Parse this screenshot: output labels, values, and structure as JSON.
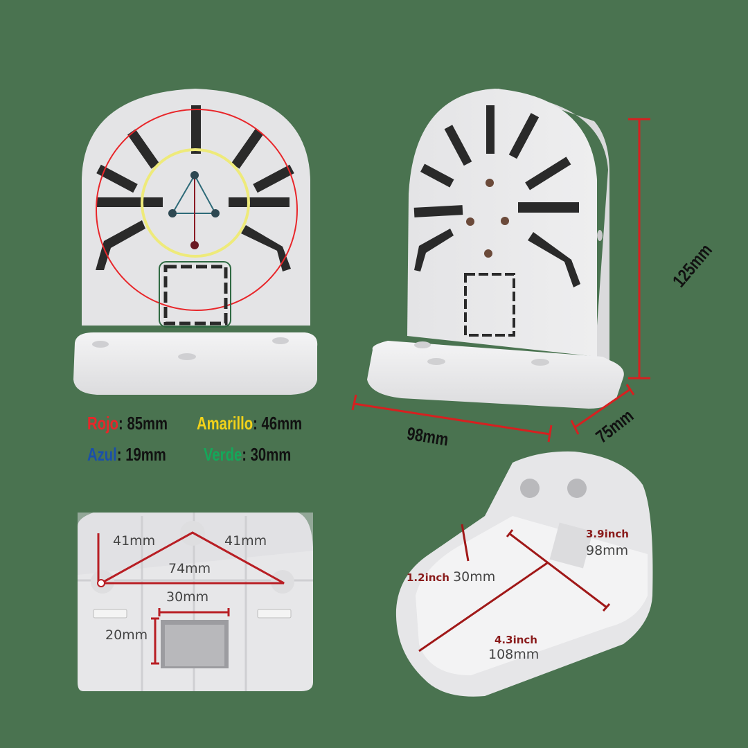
{
  "background_color": "#4a7350",
  "legend": {
    "items": [
      {
        "name": "Rojo",
        "value": "85mm",
        "color": "#e8262a"
      },
      {
        "name": "Amarillo",
        "value": "46mm",
        "color": "#f2d21a"
      },
      {
        "name": "Azul",
        "value": "19mm",
        "color": "#1a4faa"
      },
      {
        "name": "Verde",
        "value": "30mm",
        "color": "#14a85a"
      }
    ],
    "separator": ":"
  },
  "dimensions": {
    "height": "125mm",
    "width": "98mm",
    "depth": "75mm"
  },
  "back_view": {
    "left_spacing": "41mm",
    "right_spacing": "41mm",
    "hole_distance": "74mm",
    "opening_width": "30mm",
    "opening_height": "20mm"
  },
  "inside_view": {
    "wall_height_inch": "1.2inch",
    "wall_height_mm": "30mm",
    "inner_width_inch": "3.9inch",
    "inner_width_mm": "98mm",
    "inner_length_inch": "4.3inch",
    "inner_length_mm": "108mm"
  },
  "colors": {
    "dimension_line": "#d62020",
    "dark_red_line": "#a01818",
    "product_white": "#e9e9ea",
    "slot_dark": "#2a2a2a"
  }
}
